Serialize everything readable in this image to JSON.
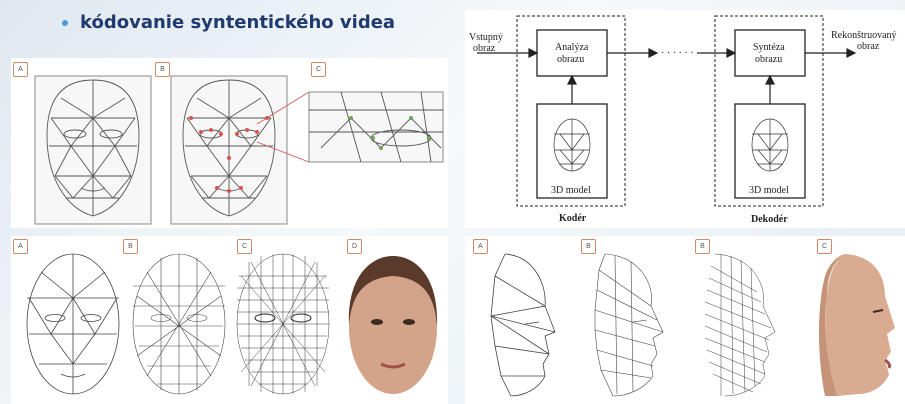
{
  "slide": {
    "title": "kódovanie syntentického videa"
  },
  "panel_a_labels": [
    "A",
    "B",
    "C"
  ],
  "diagram": {
    "input_label_1": "Vstupný",
    "input_label_2": "obraz",
    "analysis_1": "Analýza",
    "analysis_2": "obrazu",
    "synthesis_1": "Syntéza",
    "synthesis_2": "obrazu",
    "dots": "· · · · · ·",
    "output_label_1": "Rekonštruovaný",
    "output_label_2": "obraz",
    "model_left": "3D model",
    "model_right": "3D model",
    "encoder": "Kodér",
    "decoder": "Dekodér"
  },
  "panel_bottom_left_labels": [
    "A",
    "B",
    "C",
    "D"
  ],
  "panel_bottom_right_labels": [
    "A",
    "B",
    "B",
    "C"
  ]
}
